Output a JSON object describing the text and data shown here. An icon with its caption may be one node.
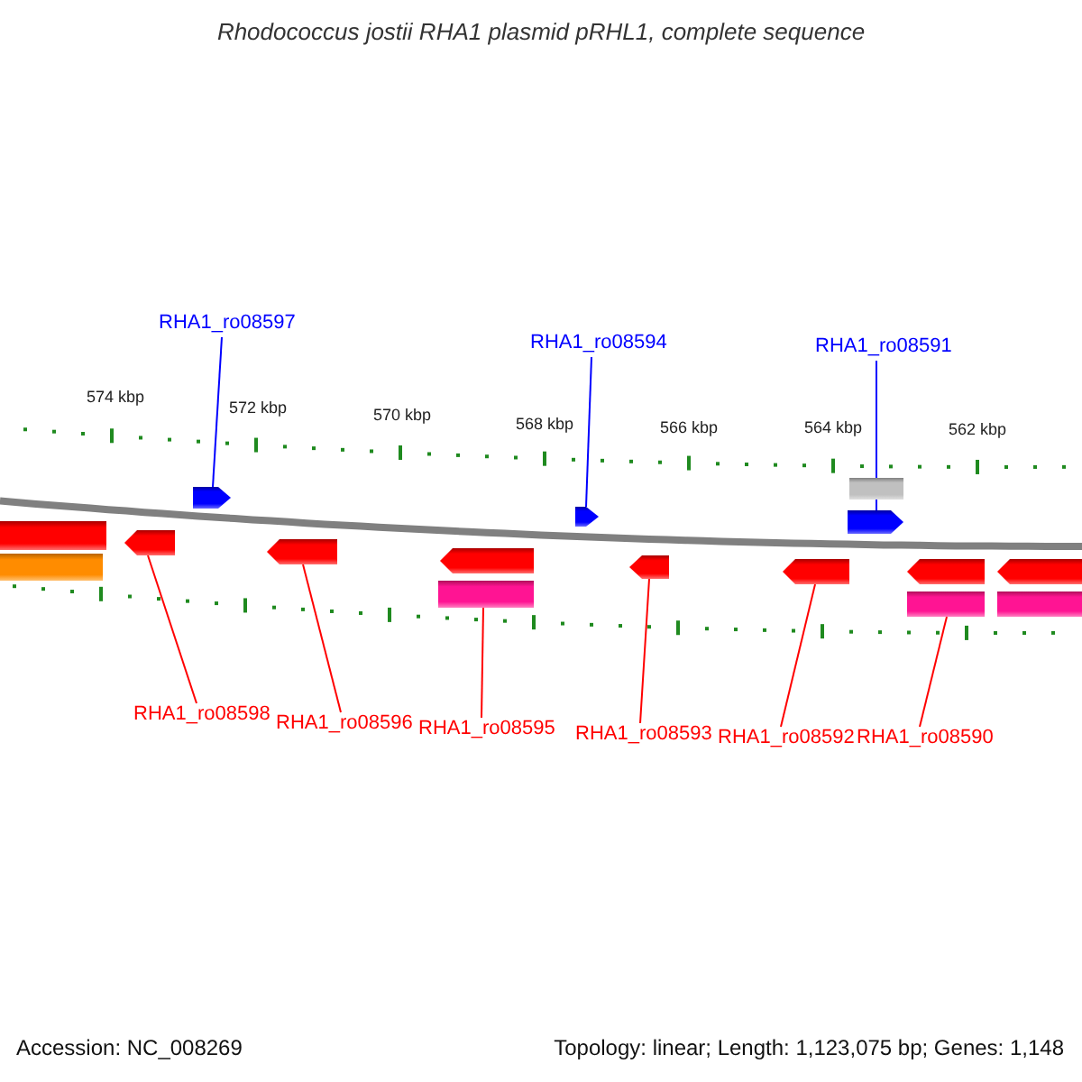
{
  "diagram": {
    "title": "Rhodococcus jostii RHA1 plasmid pRHL1, complete sequence",
    "nodes": [
      {
        "text": [
          "RHA1_ro08597"
        ]
      },
      {
        "text": [
          "RHA1_ro08594"
        ]
      },
      {
        "text": [
          "RHA1_ro08591"
        ]
      },
      {
        "text": [],
        "shape": "bar"
      },
      {
        "text": [],
        "shape": "pentagon"
      },
      {
        "text": [],
        "shape": "pentagon"
      },
      {
        "text": [],
        "shape": "pentagon"
      },
      {
        "text": [],
        "shape": "bar"
      },
      {
        "text": [],
        "shape": "bar"
      },
      {
        "text": [],
        "shape": "pentagon"
      },
      {
        "text": [],
        "shape": "pentagon"
      },
      {
        "text": [],
        "shape": "pentagon"
      },
      {
        "text": [],
        "shape": "bar"
      },
      {
        "text": [],
        "shape": "pentagon"
      },
      {
        "text": [],
        "shape": "pentagon"
      },
      {
        "text": [],
        "shape": "pentagon"
      },
      {
        "text": [],
        "shape": "pentagon"
      },
      {
        "text": [],
        "shape": "bar"
      },
      {
        "text": [],
        "shape": "bar"
      },
      {
        "text": [
          "RHA1_ro08598"
        ]
      },
      {
        "text": [
          "RHA1_ro08596"
        ]
      },
      {
        "text": [
          "RHA1_ro08595"
        ]
      },
      {
        "text": [
          "RHA1_ro08593"
        ]
      },
      {
        "text": [
          "RHA1_ro08592"
        ]
      },
      {
        "text": [
          "RHA1_ro08590"
        ]
      }
    ],
    "edges": [
      {
        "from": 0,
        "to": 4,
        "arrow": "none",
        "color": "#0000ff"
      },
      {
        "from": 1,
        "to": 5,
        "arrow": "none",
        "color": "#0000ff"
      },
      {
        "from": 2,
        "to": 6,
        "arrow": "none",
        "color": "#0000ff"
      },
      {
        "from": 19,
        "to": 9,
        "arrow": "none"
      },
      {
        "from": 20,
        "to": 10,
        "arrow": "none"
      },
      {
        "from": 21,
        "to": 12,
        "arrow": "none"
      },
      {
        "from": 22,
        "to": 13,
        "arrow": "none"
      },
      {
        "from": 23,
        "to": 14,
        "arrow": "none"
      },
      {
        "from": 24,
        "to": 17,
        "arrow": "none"
      }
    ],
    "labels": [
      "574 kbp",
      "572 kbp",
      "570 kbp",
      "568 kbp",
      "566 kbp",
      "564 kbp",
      "562 kbp",
      "Accession: NC_008269",
      "Topology: linear; Length: 1,123,075 bp; Genes: 1,148"
    ]
  }
}
